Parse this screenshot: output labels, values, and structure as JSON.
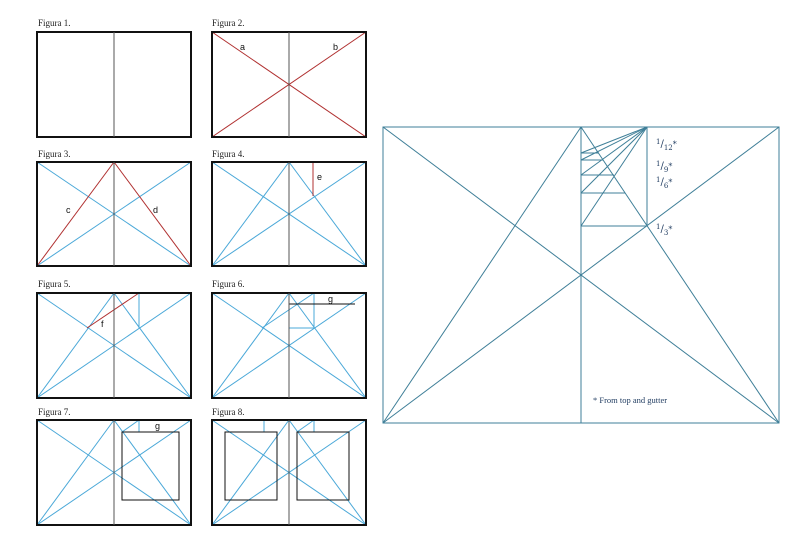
{
  "figures": [
    {
      "title": "Figura 1."
    },
    {
      "title": "Figura 2.",
      "labels": [
        "a",
        "b"
      ]
    },
    {
      "title": "Figura 3.",
      "labels": [
        "c",
        "d"
      ]
    },
    {
      "title": "Figura 4.",
      "labels": [
        "e"
      ]
    },
    {
      "title": "Figura 5.",
      "labels": [
        "f"
      ]
    },
    {
      "title": "Figura 6.",
      "labels": [
        "g"
      ]
    },
    {
      "title": "Figura 7.",
      "labels": [
        "g"
      ]
    },
    {
      "title": "Figura 8."
    }
  ],
  "large": {
    "fractions": [
      {
        "num": "1",
        "den": "12",
        "mark": "*"
      },
      {
        "num": "1",
        "den": "9",
        "mark": "*"
      },
      {
        "num": "1",
        "den": "6",
        "mark": "*"
      },
      {
        "num": "1",
        "den": "3",
        "mark": "*"
      }
    ],
    "note": "* From top and gutter"
  },
  "colors": {
    "frame": "#111111",
    "construction": "#4aa8d8",
    "highlight": "#b03030",
    "large_line": "#3f7f98"
  }
}
